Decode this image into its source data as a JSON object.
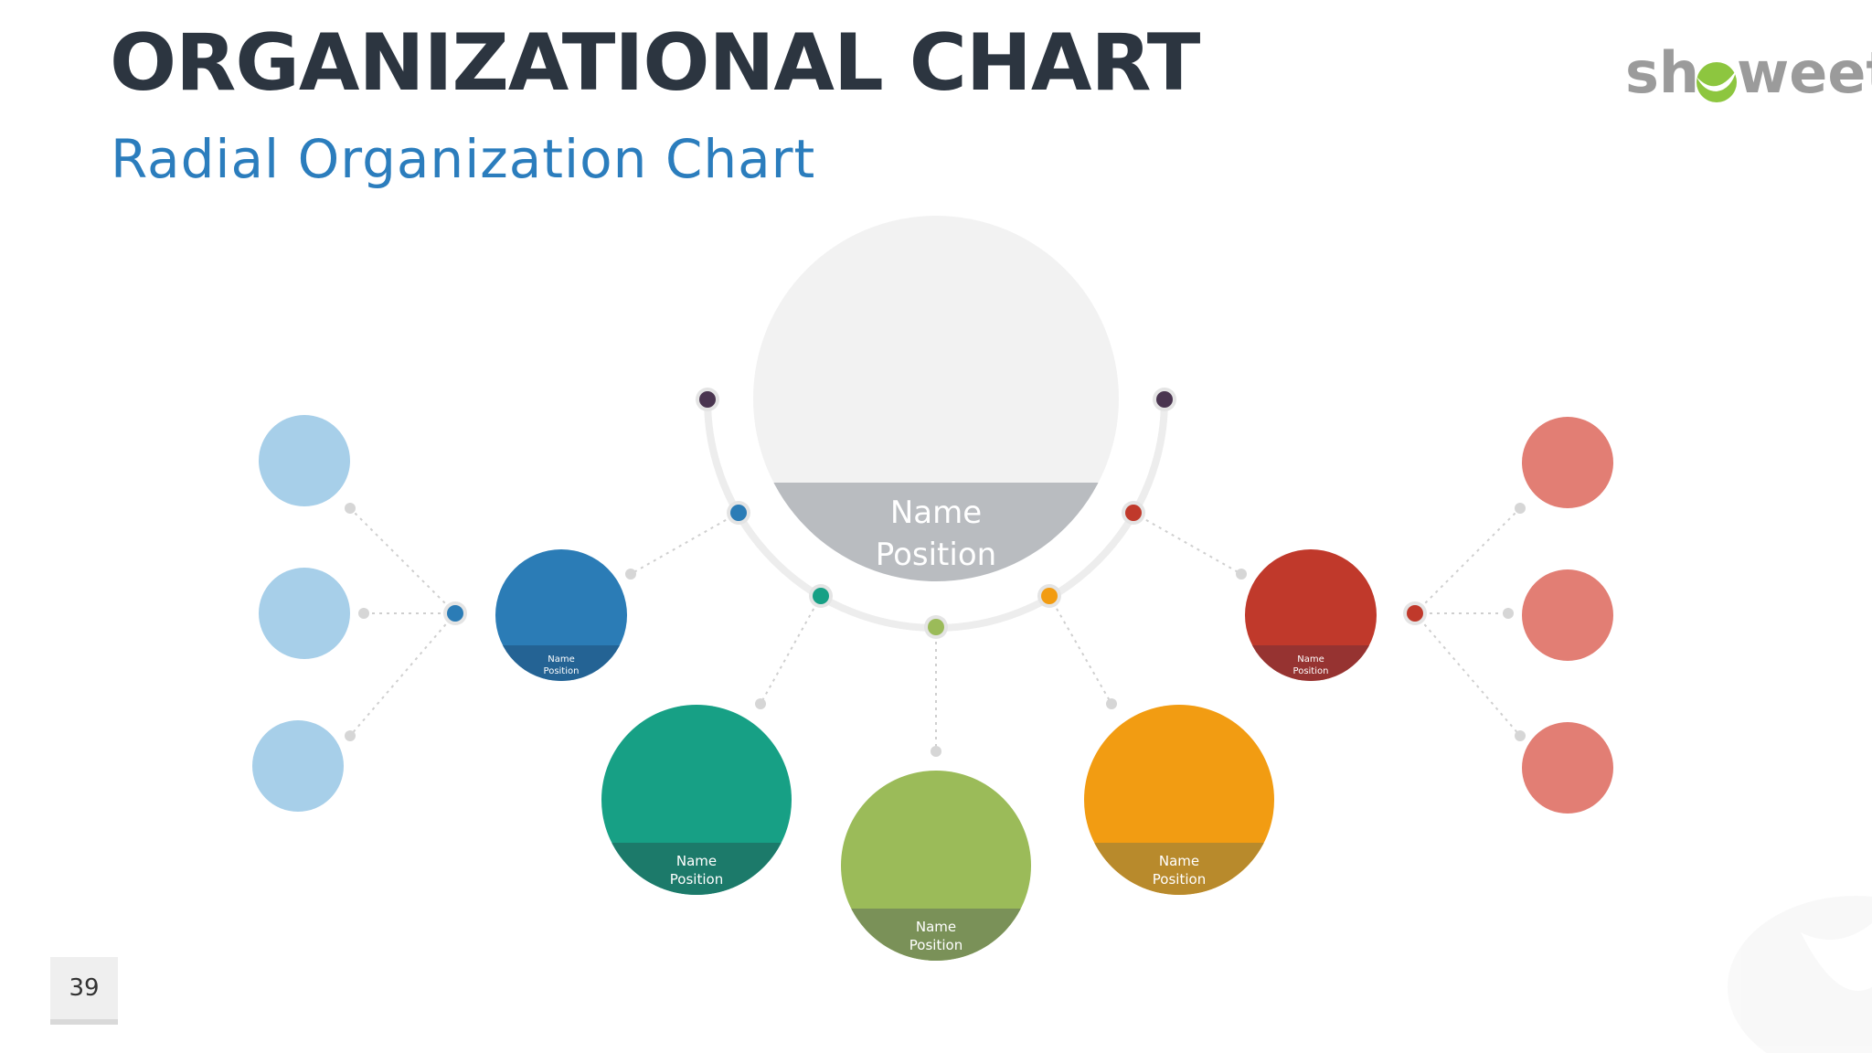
{
  "header": {
    "title": "ORGANIZATIONAL CHART",
    "subtitle": "Radial Organization Chart"
  },
  "logo": {
    "part1": "sh",
    "part2": "weet",
    "icon": "leaf-o-icon"
  },
  "footer": {
    "page_number": "39"
  },
  "colors": {
    "dark_text": "#2c3540",
    "accent_blue": "#2b7dbd",
    "center_gray": "#f2f2f2",
    "center_band": "#b9bcc0",
    "blue": "#2b7cb6",
    "light_blue": "#a7cfe9",
    "teal": "#17a085",
    "green": "#9bbb59",
    "orange": "#f29c12",
    "red": "#c0392b",
    "light_red": "#e27e74",
    "connector_gray": "#d9d9d9",
    "top_dot": "#4a3550"
  },
  "center_node": {
    "name": "Name",
    "position": "Position"
  },
  "nodes": {
    "blue": {
      "name": "Name",
      "position": "Position"
    },
    "teal": {
      "name": "Name",
      "position": "Position"
    },
    "green": {
      "name": "Name",
      "position": "Position"
    },
    "orange": {
      "name": "Name",
      "position": "Position"
    },
    "red": {
      "name": "Name",
      "position": "Position"
    }
  }
}
